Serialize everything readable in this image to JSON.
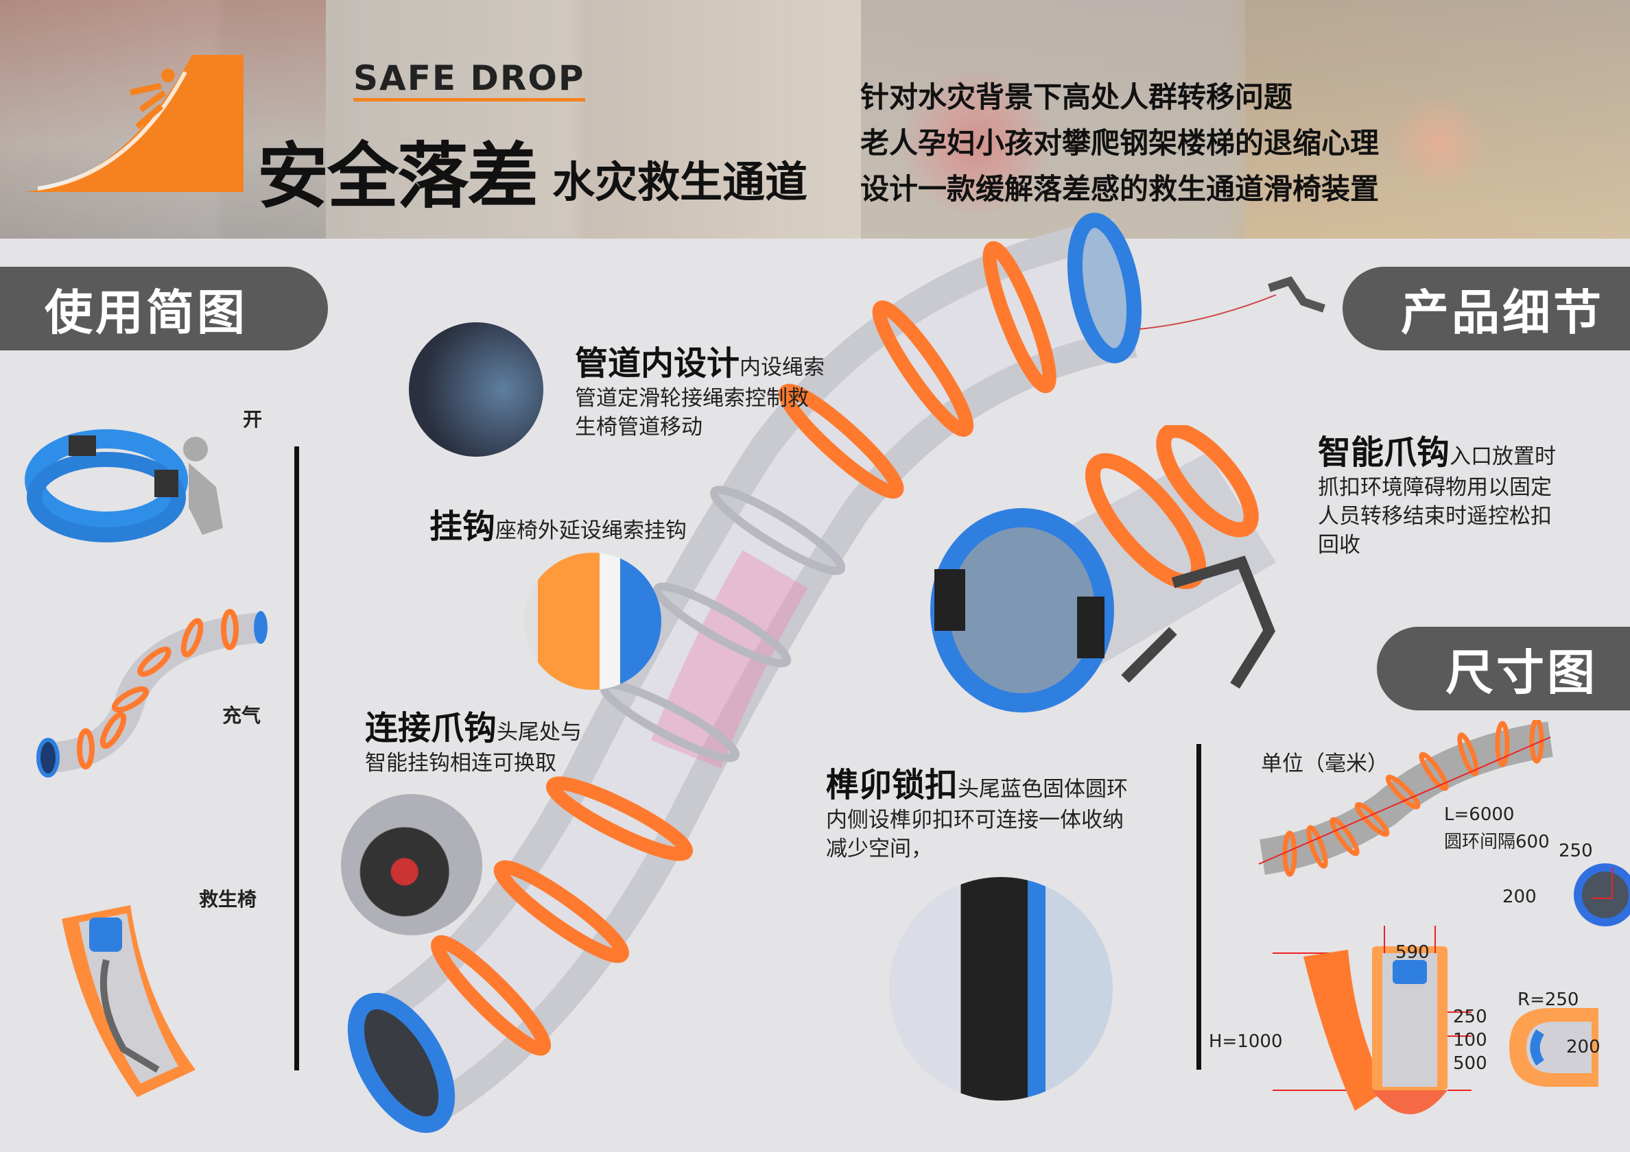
{
  "header": {
    "brand_en": "SAFE DROP",
    "title_main": "安全落差",
    "title_sub": "水灾救生通道",
    "lines": [
      "针对水灾背景下高处人群转移问题",
      "老人孕妇小孩对攀爬钢架楼梯的退缩心理",
      "设计一款缓解落差感的救生通道滑椅装置"
    ],
    "accent_color": "#f5821f"
  },
  "sections": {
    "usage": "使用简图",
    "details": "产品细节",
    "dimensions": "尺寸图"
  },
  "usage_steps": [
    "开",
    "充气",
    "救生椅"
  ],
  "features": [
    {
      "title": "管道内设计",
      "subtitle": "内设绳索",
      "body": [
        "管道定滑轮接绳索控制救",
        "生椅管道移动"
      ]
    },
    {
      "title": "挂钩",
      "subtitle": "座椅外延设绳索挂钩",
      "body": []
    },
    {
      "title": "连接爪钩",
      "subtitle": "头尾处与",
      "body": [
        "智能挂钩相连可换取"
      ]
    },
    {
      "title": "榫卯锁扣",
      "subtitle": "头尾蓝色固体圆环",
      "body": [
        "内侧设榫卯扣环可连接一体收纳",
        "减少空间，"
      ]
    },
    {
      "title": "智能爪钩",
      "subtitle": "入口放置时",
      "body": [
        "抓扣环境障碍物用以固定",
        "人员转移结束时遥控松扣",
        "回收"
      ]
    }
  ],
  "dimensions": {
    "unit": "单位（毫米）",
    "length": "L=6000",
    "ring_spacing": "圆环间隔600",
    "ring_outer": "250",
    "ring_inner": "200",
    "height": "H=1000",
    "width": "590",
    "seg1": "250",
    "seg2": "100",
    "seg3": "500",
    "radius": "R=250",
    "depth": "200"
  },
  "colors": {
    "tube_ring": "#ff7a2e",
    "tube_end": "#2f7fe0",
    "tube_body": "#d8d6dc",
    "panel": "#5a5a5a"
  }
}
